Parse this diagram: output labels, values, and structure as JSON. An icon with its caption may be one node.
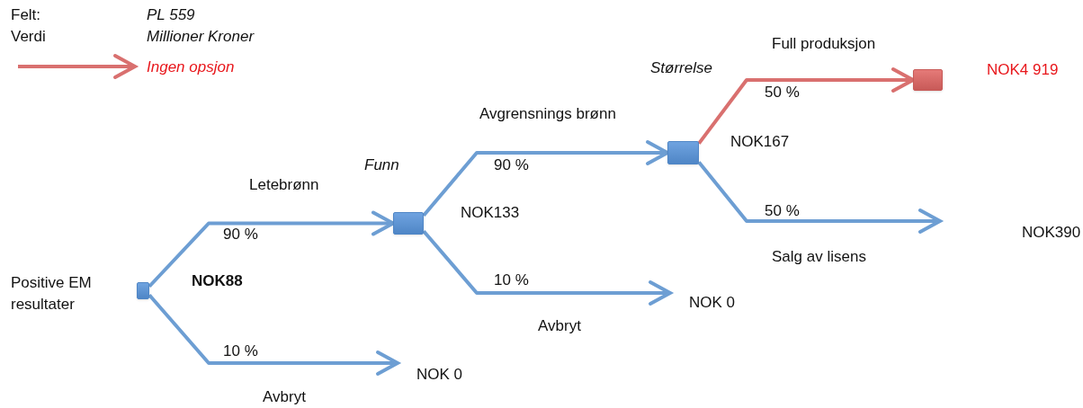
{
  "diagram": {
    "nodes": [
      {
        "text": [],
        "shape": "box",
        "beside": [
          "Positive EM resultater",
          "NOK88"
        ]
      },
      {
        "text": [],
        "shape": "box",
        "beside": [
          "Funn",
          "NOK133"
        ]
      },
      {
        "text": [],
        "shape": "box",
        "beside": [
          "NOK167"
        ]
      },
      {
        "text": [],
        "shape": "box",
        "beside": [
          "NOK4 919"
        ]
      }
    ],
    "edges": [
      {
        "from": 0,
        "to": 1,
        "arrow": "to",
        "label": "90 %"
      },
      {
        "from": 0,
        "to": null,
        "arrow": "to",
        "label": "10 %"
      },
      {
        "from": 1,
        "to": 2,
        "arrow": "to",
        "label": "90 %"
      },
      {
        "from": 1,
        "to": null,
        "arrow": "to",
        "label": "10 %"
      },
      {
        "from": 2,
        "to": 3,
        "arrow": "to",
        "label": "50 %",
        "color": "#d9706f"
      },
      {
        "from": 2,
        "to": null,
        "arrow": "to",
        "label": "50 %"
      }
    ],
    "labels": [
      "Felt:",
      "PL 559",
      "Verdi",
      "Millioner Kroner",
      "Størrelse",
      "Full produksjon",
      "Avgrensnings brønn",
      "Letebrønn",
      "Salg av lisens",
      "NOK390",
      "NOK 0",
      "Avbryt",
      "NOK 0",
      "Avbryt"
    ],
    "legend": [
      {
        "text": "Ingen opsjon"
      }
    ]
  }
}
